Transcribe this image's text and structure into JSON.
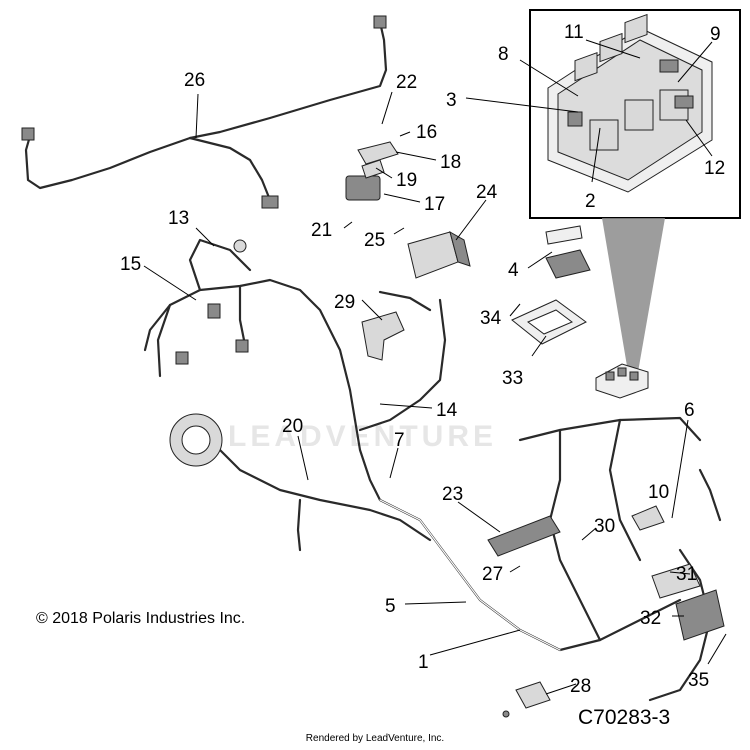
{
  "copyright": "© 2018 Polaris Industries Inc.",
  "diagram_id": "C70283-3",
  "footer": "Rendered by LeadVenture, Inc.",
  "watermark": "LEADVENTURE",
  "callouts": {
    "c1": "1",
    "c2": "2",
    "c3": "3",
    "c4": "4",
    "c5": "5",
    "c6": "6",
    "c7": "7",
    "c8": "8",
    "c9": "9",
    "c10": "10",
    "c11": "11",
    "c12": "12",
    "c13": "13",
    "c14": "14",
    "c15": "15",
    "c16": "16",
    "c17": "17",
    "c18": "18",
    "c19": "19",
    "c20": "20",
    "c21": "21",
    "c22": "22",
    "c23": "23",
    "c24": "24",
    "c25": "25",
    "c26": "26",
    "c27": "27",
    "c28": "28",
    "c29": "29",
    "c30": "30",
    "c31": "31",
    "c32": "32",
    "c33": "33",
    "c34": "34",
    "c35": "35"
  }
}
